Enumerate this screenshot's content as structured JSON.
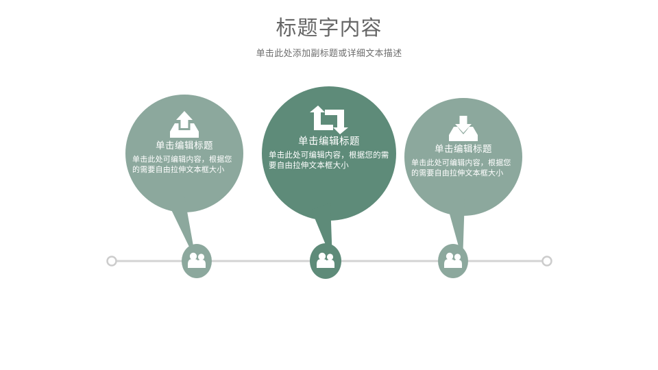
{
  "header": {
    "title": "标题字内容",
    "subtitle": "单击此处添加副标题或详细文本描述"
  },
  "colors": {
    "light_green": "#8CA89D",
    "dark_green": "#5E8B79",
    "timeline_line": "#d3d3d3",
    "endpoint_stroke": "#cccccc",
    "title_gray": "#666666",
    "subtitle_gray": "#6d6d6d",
    "icon_white": "#ffffff"
  },
  "balloons": [
    {
      "id": "balloon-1",
      "icon": "upload-icon",
      "heading": "单击编辑标题",
      "text": "单击此处可编辑内容，根据您的需要自由拉伸文本框大小",
      "color": "#8CA89D"
    },
    {
      "id": "balloon-2",
      "icon": "retweet-icon",
      "heading": "单击编辑标题",
      "text": "单击此处可编辑内容，根据您的需要自由拉伸文本框大小",
      "color": "#5E8B79"
    },
    {
      "id": "balloon-3",
      "icon": "download-icon",
      "heading": "单击编辑标题",
      "text": "单击此处可编辑内容，根据您的需要自由拉伸文本框大小",
      "color": "#8CA89D"
    }
  ],
  "timeline": {
    "markers": [
      {
        "id": "marker-1",
        "icon": "users-icon",
        "color": "#8CA89D"
      },
      {
        "id": "marker-2",
        "icon": "users-icon",
        "color": "#5E8B79"
      },
      {
        "id": "marker-3",
        "icon": "users-icon",
        "color": "#8CA89D"
      }
    ],
    "endpoints": [
      {
        "id": "endpoint-left"
      },
      {
        "id": "endpoint-right"
      }
    ]
  }
}
